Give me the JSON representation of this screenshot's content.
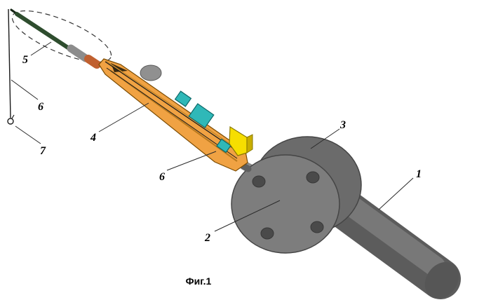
{
  "figure": {
    "caption": "Фиг.1",
    "description-note": ""
  },
  "labels": {
    "l1": "1",
    "l2": "2",
    "l3": "3",
    "l4": "4",
    "l5": "5",
    "l6a": "6",
    "l6b": "6",
    "l7": "7"
  },
  "colors": {
    "arm-orange": "#f0a243",
    "arm-orange-dark": "#b97a1f",
    "clamp-teal": "#2fb8b8",
    "clamp-teal-dark": "#0e6868",
    "bracket-yellow": "#f6de00",
    "bracket-yellow-dark": "#c8ae00",
    "metal-gray": "#7d7d7d",
    "metal-gray-dark": "#5c5c5c",
    "metal-rear": "#6b6b6b",
    "hole-gray": "#4a4a4a",
    "rod-green": "#2e4d2e",
    "socket-red": "#c06030",
    "line-black": "#1a1a1a"
  }
}
